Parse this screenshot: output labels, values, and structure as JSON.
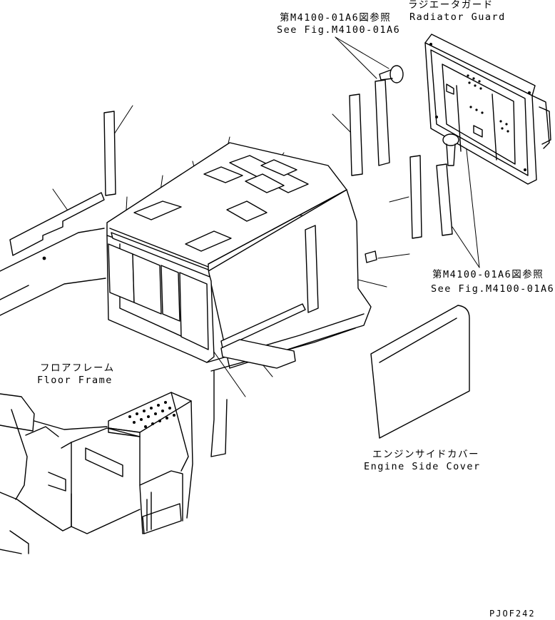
{
  "callouts": {
    "radiator_guard_jp": "ラジエータガード",
    "radiator_guard_en": "Radiator Guard",
    "ref_top_jp": "第M4100-01A6図参照",
    "ref_top_en": "See Fig.M4100-01A6",
    "ref_right_jp": "第M4100-01A6図参照",
    "ref_right_en": "See Fig.M4100-01A6",
    "floor_frame_jp": "フロアフレーム",
    "floor_frame_en": "Floor Frame",
    "engine_side_cover_jp": "エンジンサイドカバー",
    "engine_side_cover_en": "Engine Side Cover"
  },
  "drawing_code": "PJOF242"
}
